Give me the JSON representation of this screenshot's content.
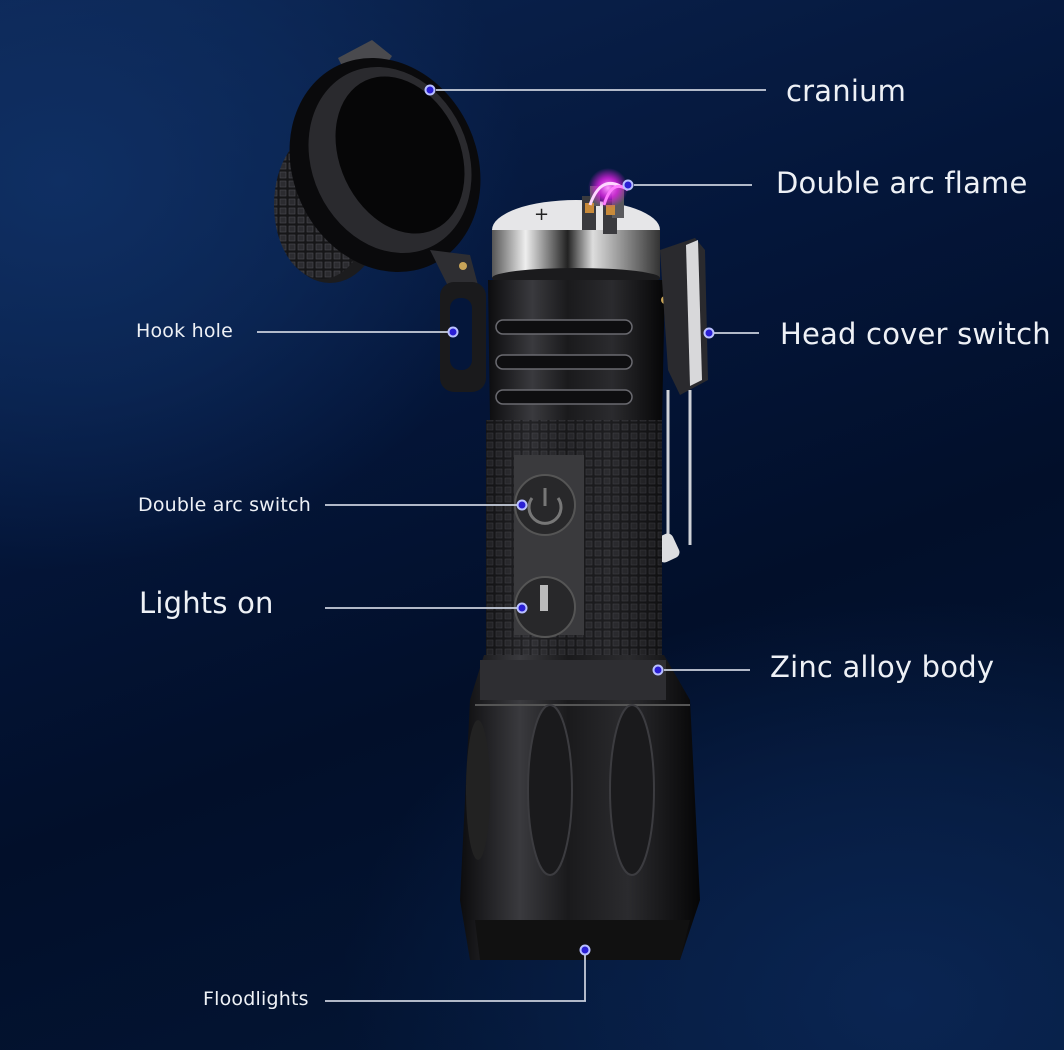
{
  "diagram": {
    "subject": "Flashlight with double arc lighter",
    "colors": {
      "background": "#04163a",
      "label_text": "#eef1f6",
      "leader_line": "#c4cbd8",
      "callout_dot": "#2a1fd4",
      "arc_flame": "#e020e8"
    },
    "callouts": [
      {
        "id": "cranium",
        "label": "cranium",
        "side": "right"
      },
      {
        "id": "double-arc-flame",
        "label": "Double arc flame",
        "side": "right"
      },
      {
        "id": "hook-hole",
        "label": "Hook hole",
        "side": "left"
      },
      {
        "id": "head-cover-switch",
        "label": "Head cover switch",
        "side": "right"
      },
      {
        "id": "double-arc-switch",
        "label": "Double arc switch",
        "side": "left"
      },
      {
        "id": "lights-on",
        "label": "Lights on",
        "side": "left"
      },
      {
        "id": "zinc-alloy-body",
        "label": "Zinc alloy body",
        "side": "right"
      },
      {
        "id": "floodlights",
        "label": "Floodlights",
        "side": "left"
      }
    ]
  }
}
